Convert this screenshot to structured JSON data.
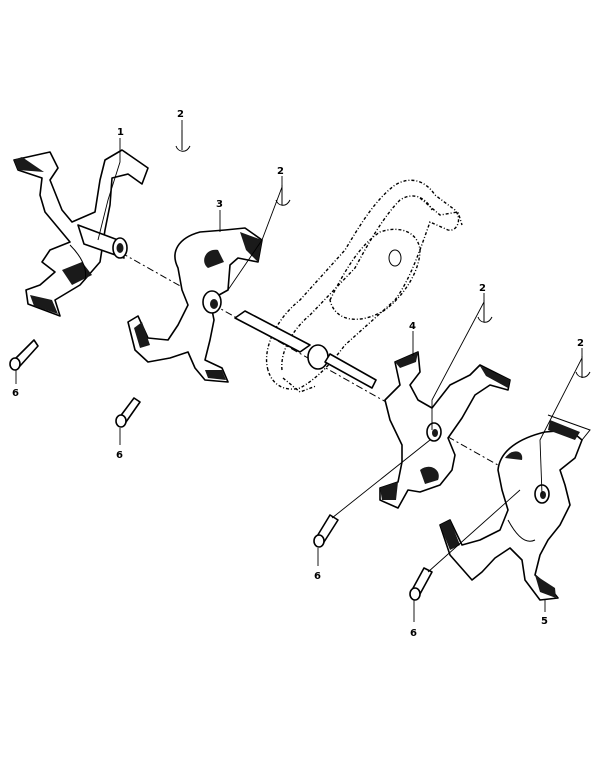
{
  "callouts": [
    {
      "id": "c1",
      "text": "1"
    },
    {
      "id": "c2a",
      "text": "2"
    },
    {
      "id": "c2b",
      "text": "2"
    },
    {
      "id": "c2c",
      "text": "2"
    },
    {
      "id": "c2d",
      "text": "2"
    },
    {
      "id": "c3",
      "text": "3"
    },
    {
      "id": "c4",
      "text": "4"
    },
    {
      "id": "c5",
      "text": "5"
    },
    {
      "id": "c6a",
      "text": "6"
    },
    {
      "id": "c6b",
      "text": "6"
    },
    {
      "id": "c6c",
      "text": "6"
    },
    {
      "id": "c6d",
      "text": "6"
    }
  ]
}
